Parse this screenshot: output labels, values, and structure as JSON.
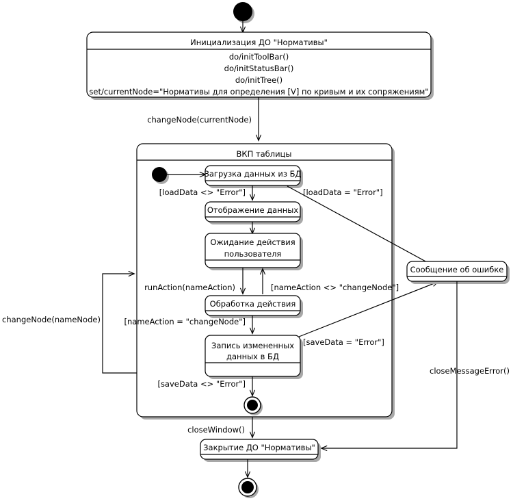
{
  "diagram": {
    "type": "uml-state-machine",
    "language": "ru",
    "title": "Диаграмма состояний ДО \"Нормативы\"",
    "background_color": "#ffffff",
    "line_color": "#000000",
    "shadow_color": "#a8a8a8"
  },
  "nodes": {
    "start": {
      "kind": "initial-state"
    },
    "init_state": {
      "kind": "state",
      "name": "Инициализация ДО \"Нормативы\"",
      "activities": [
        "do/initToolBar()",
        "do/initStatusBar()",
        "do/initTree()",
        "set/currentNode=\"Нормативы для определения [V] по кривым и их сопряжениям\""
      ]
    },
    "composite": {
      "kind": "composite-state",
      "name": "ВКП таблицы"
    },
    "inner_start": {
      "kind": "initial-state"
    },
    "load_data": {
      "kind": "state",
      "name": "Загрузка данных из БД"
    },
    "show_data": {
      "kind": "state",
      "name": "Отображение данных"
    },
    "wait_action": {
      "kind": "state",
      "name_line1": "Ожидание действия",
      "name_line2": "пользователя"
    },
    "process_action": {
      "kind": "state",
      "name": "Обработка действия"
    },
    "save_data": {
      "kind": "state",
      "name_line1": "Запись измененных",
      "name_line2": "данных в БД"
    },
    "inner_final": {
      "kind": "final-state"
    },
    "error_message": {
      "kind": "state",
      "name": "Сообщение об ошибке"
    },
    "close_state": {
      "kind": "state",
      "name": "Закрытие ДО \"Нормативы\""
    },
    "final": {
      "kind": "final-state"
    }
  },
  "transitions": [
    {
      "id": "t1",
      "from": "start",
      "to": "init_state",
      "label": ""
    },
    {
      "id": "t2",
      "from": "init_state",
      "to": "composite",
      "label": "changeNode(currentNode)"
    },
    {
      "id": "t3",
      "from": "inner_start",
      "to": "load_data",
      "label": ""
    },
    {
      "id": "t4",
      "from": "load_data",
      "to": "show_data",
      "label": "[loadData <> \"Error\"]"
    },
    {
      "id": "t5",
      "from": "load_data",
      "to": "error_message",
      "label": "[loadData = \"Error\"]"
    },
    {
      "id": "t6",
      "from": "show_data",
      "to": "wait_action",
      "label": ""
    },
    {
      "id": "t7",
      "from": "wait_action",
      "to": "process_action",
      "label": "runAction(nameAction)"
    },
    {
      "id": "t8",
      "from": "process_action",
      "to": "wait_action",
      "label": "[nameAction <> \"changeNode\"]"
    },
    {
      "id": "t9",
      "from": "process_action",
      "to": "save_data",
      "label": "[nameAction = \"changeNode\"]"
    },
    {
      "id": "t10",
      "from": "save_data",
      "to": "error_message",
      "label": "[saveData = \"Error\"]"
    },
    {
      "id": "t11",
      "from": "save_data",
      "to": "inner_final",
      "label": "[saveData <> \"Error\"]"
    },
    {
      "id": "t12",
      "from": "composite",
      "to": "composite",
      "label": "changeNode(nameNode)"
    },
    {
      "id": "t13",
      "from": "composite",
      "to": "close_state",
      "label": "closeWindow()"
    },
    {
      "id": "t14",
      "from": "error_message",
      "to": "close_state",
      "label": "closeMessageError()"
    },
    {
      "id": "t15",
      "from": "close_state",
      "to": "final",
      "label": ""
    }
  ],
  "labels": {
    "init_title": "Инициализация ДО \"Нормативы\"",
    "init_do1": "do/initToolBar()",
    "init_do2": "do/initStatusBar()",
    "init_do3": "do/initTree()",
    "init_set": "set/currentNode=\"Нормативы для определения [V] по кривым и их сопряжениям\"",
    "change_node_current": "changeNode(currentNode)",
    "composite_title": "ВКП таблицы",
    "load_data": "Загрузка данных из БД",
    "guard_load_ok": "[loadData <> \"Error\"]",
    "guard_load_err": "[loadData = \"Error\"]",
    "show_data": "Отображение данных",
    "wait_action_1": "Ожидание действия",
    "wait_action_2": "пользователя",
    "run_action": "runAction(nameAction)",
    "guard_name_ne": "[nameAction <> \"changeNode\"]",
    "process_action": "Обработка действия",
    "guard_name_eq": "[nameAction = \"changeNode\"]",
    "save_data_1": "Запись измененных",
    "save_data_2": "данных в БД",
    "guard_save_err": "[saveData = \"Error\"]",
    "guard_save_ok": "[saveData <> \"Error\"]",
    "change_node_name": "changeNode(nameNode)",
    "error_message": "Сообщение об ошибке",
    "close_message_error": "closeMessageError()",
    "close_window": "closeWindow()",
    "close_state": "Закрытие ДО \"Нормативы\""
  }
}
